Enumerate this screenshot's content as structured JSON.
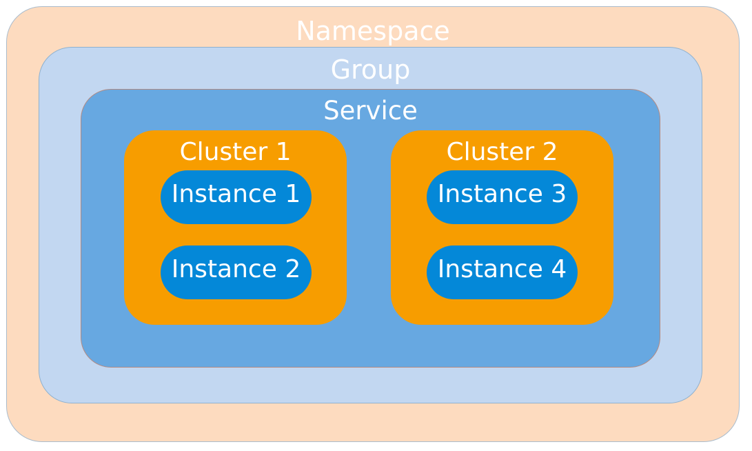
{
  "colors": {
    "namespace": "#fddbbf",
    "group": "#c2d7f1",
    "service": "#67a8e1",
    "cluster": "#f79d00",
    "instance": "#0488d8",
    "label": "#ffffff"
  },
  "namespace": {
    "label": "Namespace",
    "group": {
      "label": "Group",
      "service": {
        "label": "Service",
        "clusters": [
          {
            "label": "Cluster 1",
            "instances": [
              "Instance 1",
              "Instance 2"
            ]
          },
          {
            "label": "Cluster 2",
            "instances": [
              "Instance 3",
              "Instance 4"
            ]
          }
        ]
      }
    }
  }
}
